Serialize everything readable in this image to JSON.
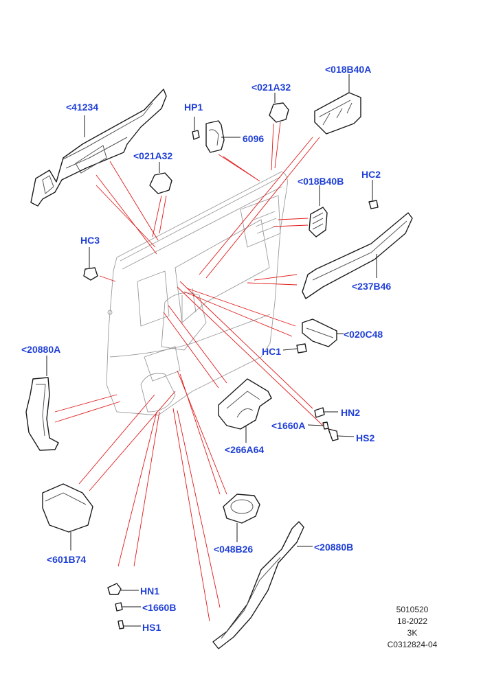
{
  "callouts": {
    "c41234": "<41234",
    "hp1": "HP1",
    "c021a32_top": "<021A32",
    "c018b40a": "<018B40A",
    "c6096": "6096",
    "c021a32_left": "<021A32",
    "hc2": "HC2",
    "c018b40b": "<018B40B",
    "hc3": "HC3",
    "c237b46": "<237B46",
    "c020c48": "<020C48",
    "hc1": "HC1",
    "c20880a": "<20880A",
    "hn2": "HN2",
    "c1660a": "<1660A",
    "hs2": "HS2",
    "c266a64": "<266A64",
    "c601b74": "<601B74",
    "c048b26": "<048B26",
    "c20880b": "<20880B",
    "hn1": "HN1",
    "c1660b": "<1660B",
    "hs1": "HS1"
  },
  "reference": {
    "line1": "5010520",
    "line2": "18-2022",
    "line3": "3K",
    "line4": "C0312824-04"
  },
  "colors": {
    "callout": "#1f3fd6",
    "leader": "#e21818",
    "outline": "#1a1a1a",
    "ghost": "#9a9a9a"
  }
}
